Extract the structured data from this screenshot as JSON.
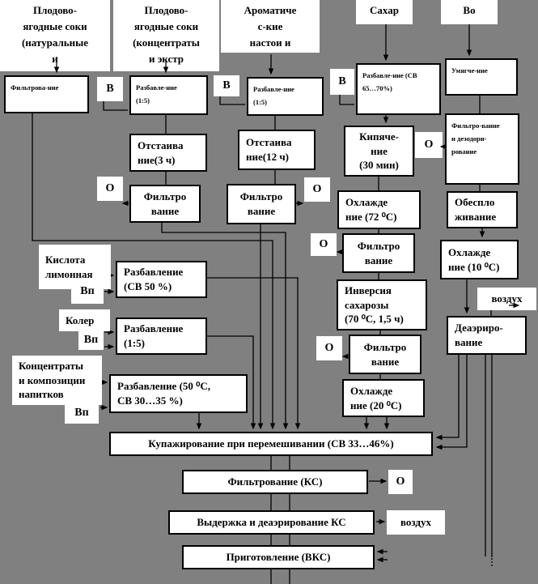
{
  "page": {
    "background_color": "#808080",
    "box_fill_color": "#ffffff",
    "line_color": "#000000"
  },
  "headers": {
    "fruit_natural": "Плодово-\nягодные соки\n(натуральные\nи",
    "fruit_concentrate": "Плодово-\nягодные соки\n(концентраты\nи экстр",
    "aromatic": "Ароматиче\nс-кие\nнастои и",
    "sugar": "Сахар",
    "water": "Во"
  },
  "labels": {
    "v": "В",
    "vp": "Вп",
    "o": "О",
    "vozduh": "воздух"
  },
  "nodes": {
    "filtering1": "Фильтрова-ние",
    "dilution_1_5": "Разбавле-ние\n(1:5)",
    "dilution_sv65": "Разбавле-ние (СВ\n65…70%)",
    "softening": "Умягче-ние",
    "filt_deodor": "Фильтро-вание\nи дезодори-\nрование",
    "settling_3h": "Отстаива\nние(3 ч)",
    "settling_12h": "Отстаива\nние(12 ч)",
    "filtration": "Фильтро\nвание",
    "boiling": "Кипяче-\nние\n(30 мин)",
    "cooling_72": "Охлажде\nние (72 ⁰С)",
    "inversion": "Инверсия\nсахарозы\n(70 ⁰С, 1,5 ч)",
    "cooling_20": "Охлажде\nние (20 ⁰С)",
    "sterilization": "Обеспло\nживание",
    "cooling_10": "Охлажде\nние (10 ⁰С)",
    "deaeration": "Деаэриро-\nвание",
    "citric_acid": "Кислота\nлимонная",
    "koler": "Колер",
    "concentrates": "Концентраты\nи композиции\nнапитков",
    "dilution_sv50": "Разбавление\n(СВ 50 %)",
    "dilution_1_5b": "Разбавление\n(1:5)",
    "dilution_50c": "Разбавление (50 ⁰С,\nСВ 30…35 %)",
    "blending": "Купажирование при перемешивании (СВ 33…46%)",
    "filtration_ks": "Фильтрование (КС)",
    "aging": "Выдержка и деаэрирование КС",
    "preparation": "Приготовление (ВКС)"
  }
}
